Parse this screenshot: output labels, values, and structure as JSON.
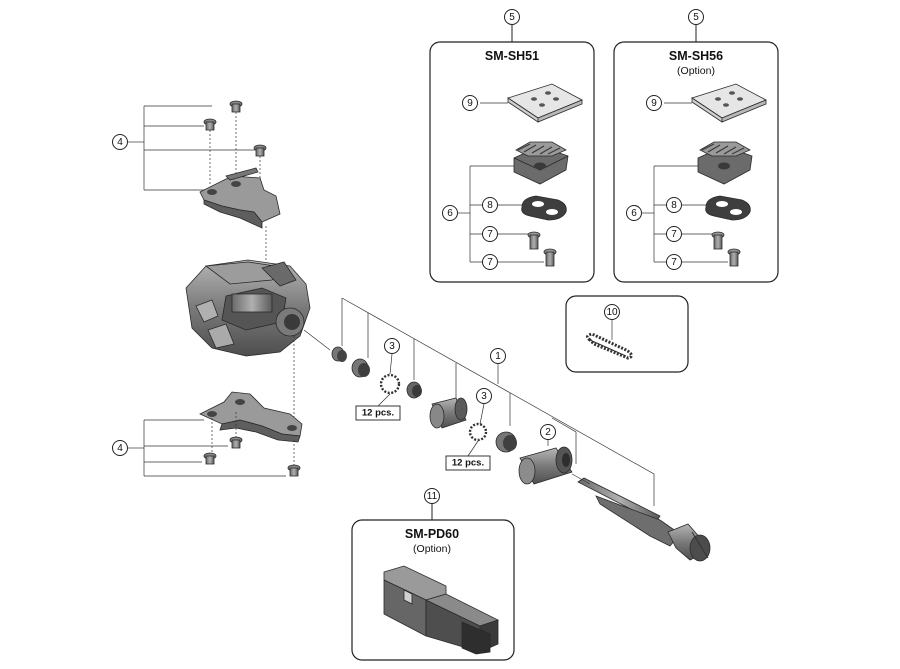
{
  "callouts": {
    "c1": "1",
    "c2": "2",
    "c3a": "3",
    "c3b": "3",
    "c4a": "4",
    "c4b": "4",
    "c5a": "5",
    "c5b": "5",
    "c6a": "6",
    "c6b": "6",
    "c7a": "7",
    "c7b": "7",
    "c7c": "7",
    "c7d": "7",
    "c8a": "8",
    "c8b": "8",
    "c9a": "9",
    "c9b": "9",
    "c10": "10",
    "c11": "11"
  },
  "boxes": {
    "sh51": {
      "title": "SM-SH51"
    },
    "sh56": {
      "title": "SM-SH56",
      "subtitle": "(Option)"
    },
    "pd60": {
      "title": "SM-PD60",
      "subtitle": "(Option)"
    }
  },
  "quantities": {
    "q1": "12 pcs.",
    "q2": "12 pcs."
  },
  "colors": {
    "part_dark": "#5f5f5f",
    "part_mid": "#8a8a8a",
    "part_light": "#c4c4c4",
    "line": "#222222"
  }
}
